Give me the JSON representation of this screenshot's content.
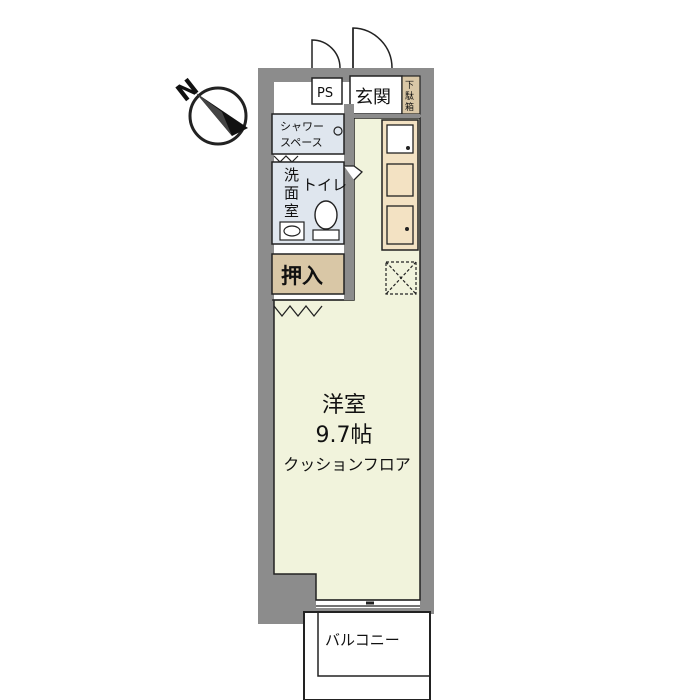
{
  "colors": {
    "wall": "#8c8c8c",
    "room_floor": "#f1f3dc",
    "wet_area": "#dfe6ee",
    "closet": "#d9c7a6",
    "kitchen_unit": "#f3e2c3",
    "geta_box": "#d9c7a6",
    "line": "#222222"
  },
  "compass": {
    "north_label": "N",
    "icon": "north-arrow-icon"
  },
  "labels": {
    "ps": "PS",
    "entrance": "玄関",
    "shoe_box": [
      "下",
      "駄",
      "箱"
    ],
    "shower_space": [
      "シャワー",
      "スペース"
    ],
    "washroom": [
      "洗",
      "面",
      "室"
    ],
    "toilet": "トイレ",
    "closet": "押入",
    "room_name": "洋室",
    "room_size": "9.7帖",
    "room_floor_type": "クッションフロア",
    "balcony": "バルコニー"
  }
}
